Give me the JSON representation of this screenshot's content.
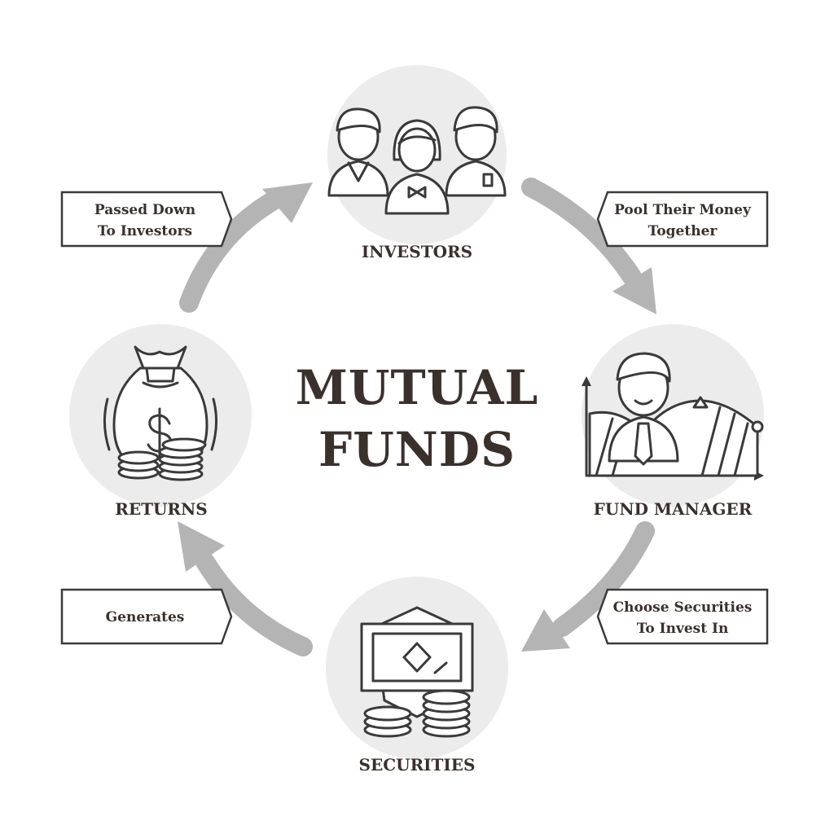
{
  "title": {
    "line1": "MUTUAL",
    "line2": "FUNDS"
  },
  "nodes": {
    "investors": {
      "label": "INVESTORS",
      "icon": "investors-icon"
    },
    "fund_manager": {
      "label": "FUND MANAGER",
      "icon": "fund-manager-icon"
    },
    "securities": {
      "label": "SECURITIES",
      "icon": "securities-icon"
    },
    "returns": {
      "label": "RETURNS",
      "icon": "money-bag-icon"
    }
  },
  "steps": {
    "pool": {
      "line1": "Pool Their Money",
      "line2": "Together"
    },
    "choose": {
      "line1": "Choose Securities",
      "line2": "To Invest In"
    },
    "generates": {
      "line1": "Generates"
    },
    "passed": {
      "line1": "Passed Down",
      "line2": "To Investors"
    }
  },
  "colors": {
    "text": "#3a302c",
    "arrow": "#b4b4b4",
    "circle": "#ececec",
    "outline": "#3a3a3a"
  }
}
